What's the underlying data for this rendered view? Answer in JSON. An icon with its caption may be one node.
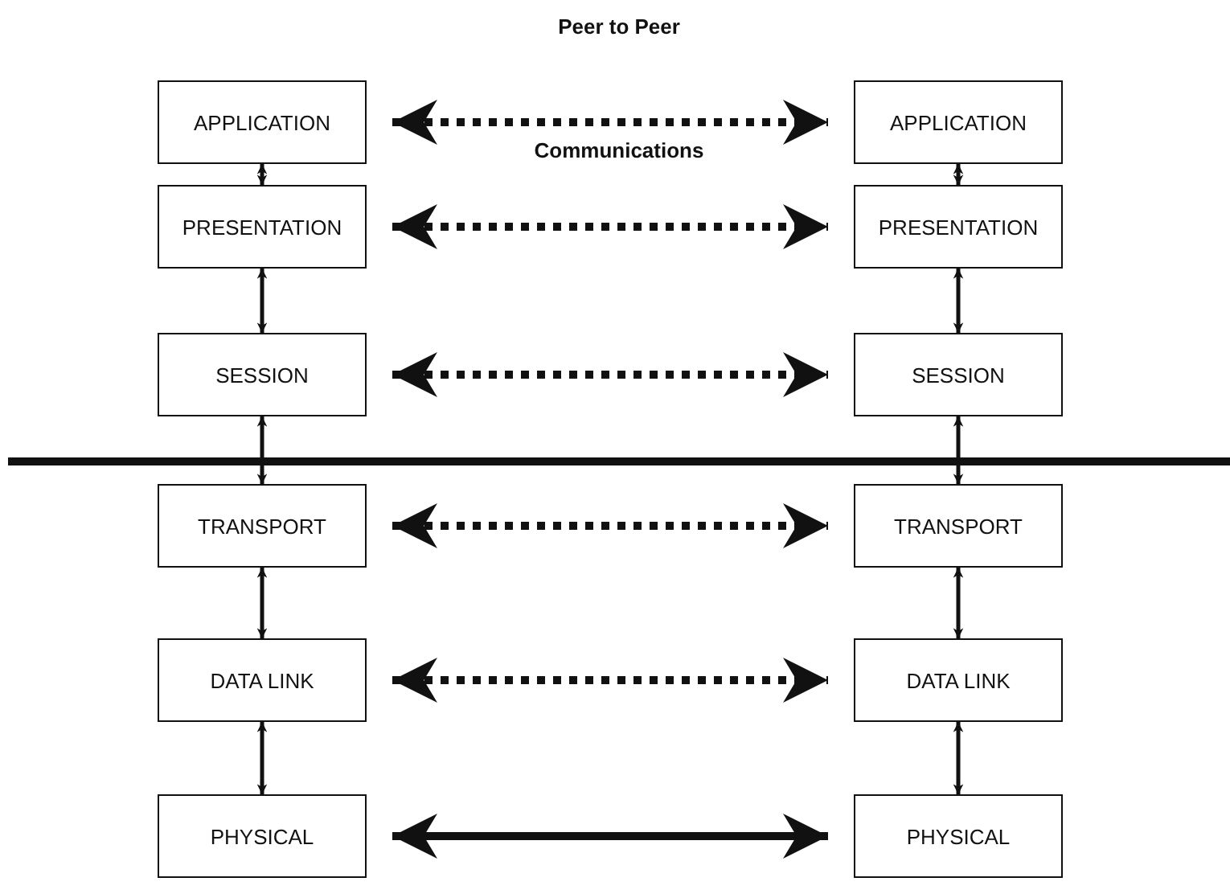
{
  "diagram": {
    "nodes": [
      {
        "text": [
          "APPLICATION"
        ]
      },
      {
        "text": [
          "APPLICATION"
        ]
      },
      {
        "text": [
          "PRESENTATION"
        ]
      },
      {
        "text": [
          "PRESENTATION"
        ]
      },
      {
        "text": [
          "SESSION"
        ]
      },
      {
        "text": [
          "SESSION"
        ]
      },
      {
        "text": [
          "TRANSPORT"
        ]
      },
      {
        "text": [
          "TRANSPORT"
        ]
      },
      {
        "text": [
          "DATA LINK"
        ]
      },
      {
        "text": [
          "DATA LINK"
        ]
      },
      {
        "text": [
          "PHYSICAL"
        ]
      },
      {
        "text": [
          "PHYSICAL"
        ]
      }
    ],
    "edges": [
      {
        "from": 0,
        "to": 1,
        "arrow": "both",
        "style": "dashed"
      },
      {
        "from": 2,
        "to": 3,
        "arrow": "both",
        "style": "dashed"
      },
      {
        "from": 4,
        "to": 5,
        "arrow": "both",
        "style": "dashed"
      },
      {
        "from": 6,
        "to": 7,
        "arrow": "both",
        "style": "dashed"
      },
      {
        "from": 8,
        "to": 9,
        "arrow": "both",
        "style": "dashed"
      },
      {
        "from": 10,
        "to": 11,
        "arrow": "both",
        "style": "thick"
      },
      {
        "from": 0,
        "to": 2,
        "arrow": "both"
      },
      {
        "from": 2,
        "to": 4,
        "arrow": "both"
      },
      {
        "from": 4,
        "to": 6,
        "arrow": "both"
      },
      {
        "from": 6,
        "to": 8,
        "arrow": "both"
      },
      {
        "from": 8,
        "to": 10,
        "arrow": "both"
      },
      {
        "from": 1,
        "to": 3,
        "arrow": "both"
      },
      {
        "from": 3,
        "to": 5,
        "arrow": "both"
      },
      {
        "from": 5,
        "to": 7,
        "arrow": "both"
      },
      {
        "from": 7,
        "to": 9,
        "arrow": "both"
      },
      {
        "from": 9,
        "to": 11,
        "arrow": "both"
      }
    ],
    "labels": [
      "Peer to Peer",
      "Communications"
    ]
  }
}
